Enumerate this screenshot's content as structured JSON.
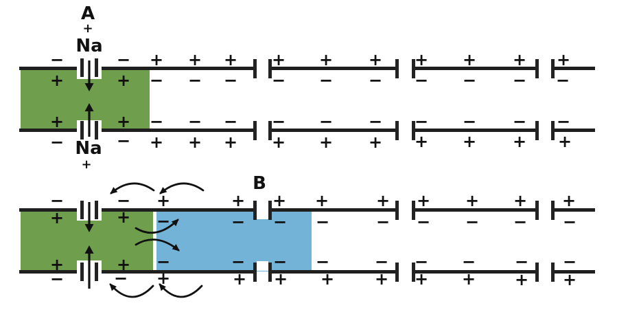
{
  "figure_labels": {
    "panel_a": "A",
    "panel_b": "B"
  },
  "sodium": {
    "top": {
      "charge": "+",
      "symbol": "Na"
    },
    "bottom": {
      "symbol": "Na",
      "charge": "+"
    }
  },
  "colors": {
    "depolarized_green": "#6f9e4c",
    "depolarizing_blue": "#73b3d7",
    "membrane_black": "#1f1f1f",
    "background": "#ffffff"
  },
  "panelA": {
    "charges": {
      "top_outside": [
        "−",
        "−",
        "+",
        "+",
        "+",
        "+",
        "+",
        "+",
        "+",
        "+",
        "+",
        "+"
      ],
      "top_inside": [
        "+",
        "+",
        "−",
        "−",
        "−",
        "−",
        "−",
        "−",
        "−",
        "−",
        "−",
        "−"
      ],
      "bottom_inside": [
        "+",
        "+",
        "−",
        "−",
        "−",
        "−",
        "−",
        "−",
        "−",
        "−",
        "−",
        "−"
      ],
      "bottom_outside": [
        "−",
        "−",
        "+",
        "+",
        "+",
        "+",
        "+",
        "+",
        "+",
        "+",
        "+",
        "+"
      ]
    }
  },
  "panelB": {
    "charges": {
      "top_outside": [
        "−",
        "−",
        "+",
        "+",
        "+",
        "+",
        "+",
        "+",
        "+",
        "+",
        "+"
      ],
      "top_inside": [
        "+",
        "+",
        "−",
        "−",
        "−",
        "−",
        "−",
        "−",
        "−",
        "−",
        "−"
      ],
      "bottom_inside": [
        "+",
        "+",
        "−",
        "−",
        "−",
        "−",
        "−",
        "−",
        "−",
        "−",
        "−"
      ],
      "bottom_outside": [
        "−",
        "−",
        "+",
        "+",
        "+",
        "+",
        "+",
        "+",
        "+",
        "+",
        "+"
      ]
    }
  }
}
